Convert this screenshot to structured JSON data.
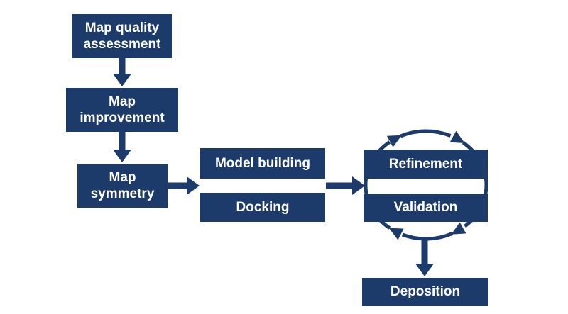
{
  "colors": {
    "accent": "#1d3b6a",
    "text": "#ffffff",
    "background": "#ffffff"
  },
  "nodes": {
    "map_quality": {
      "lines": [
        "Map quality",
        "assessment"
      ]
    },
    "map_improvement": {
      "lines": [
        "Map",
        "improvement"
      ]
    },
    "map_symmetry": {
      "lines": [
        "Map",
        "symmetry"
      ]
    },
    "model_building": {
      "label": "Model building"
    },
    "docking": {
      "label": "Docking"
    },
    "refinement": {
      "label": "Refinement"
    },
    "validation": {
      "label": "Validation"
    },
    "deposition": {
      "label": "Deposition"
    }
  },
  "edges": [
    {
      "from": "Map quality assessment",
      "to": "Map improvement"
    },
    {
      "from": "Map improvement",
      "to": "Map symmetry"
    },
    {
      "from": "Map symmetry",
      "to": "Model building / Docking"
    },
    {
      "from": "Model building / Docking",
      "to": "Refinement / Validation"
    },
    {
      "from": "Refinement / Validation",
      "to": "Deposition"
    }
  ],
  "cycle": {
    "between": [
      "Refinement",
      "Validation"
    ],
    "direction": "clockwise",
    "arrowheads": 4
  }
}
